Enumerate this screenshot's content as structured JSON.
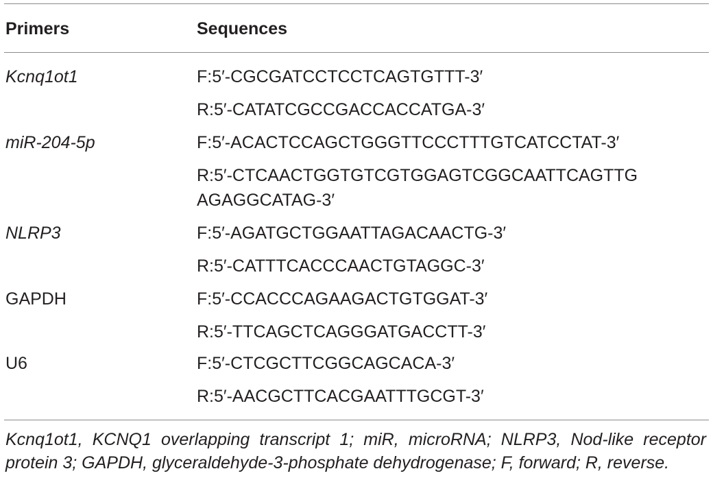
{
  "table": {
    "headers": {
      "primers": "Primers",
      "sequences": "Sequences"
    },
    "rows": [
      {
        "primer": "Kcnq1ot1",
        "forward": "F:5′-CGCGATCCTCCTCAGTGTTT-3′",
        "reverse": "R:5′-CATATCGCCGACCACCATGA-3′"
      },
      {
        "primer": "miR-204-5p",
        "forward": "F:5′-ACACTCCAGCTGGGTTCCCTTTGTCATCCTAT-3′",
        "reverse_line1": "R:5′-CTCAACTGGTGTCGTGGAGTCGGCAATTCAGTTG",
        "reverse_line2": "AGAGGCATAG-3′"
      },
      {
        "primer": "NLRP3",
        "forward": "F:5′-AGATGCTGGAATTAGACAACTG-3′",
        "reverse": "R:5′-CATTTCACCCAACTGTAGGC-3′"
      },
      {
        "primer": "GAPDH",
        "forward": "F:5′-CCACCCAGAAGACTGTGGAT-3′",
        "reverse": "R:5′-TTCAGCTCAGGGATGACCTT-3′"
      },
      {
        "primer": "U6",
        "forward": "F:5′-CTCGCTTCGGCAGCACA-3′",
        "reverse": "R:5′-AACGCTTCACGAATTTGCGT-3′"
      }
    ],
    "footnote": "Kcnq1ot1, KCNQ1 overlapping transcript 1; miR, microRNA; NLRP3, Nod-like receptor protein 3; GAPDH, glyceraldehyde-3-phosphate dehydrogenase; F, forward; R, reverse."
  }
}
